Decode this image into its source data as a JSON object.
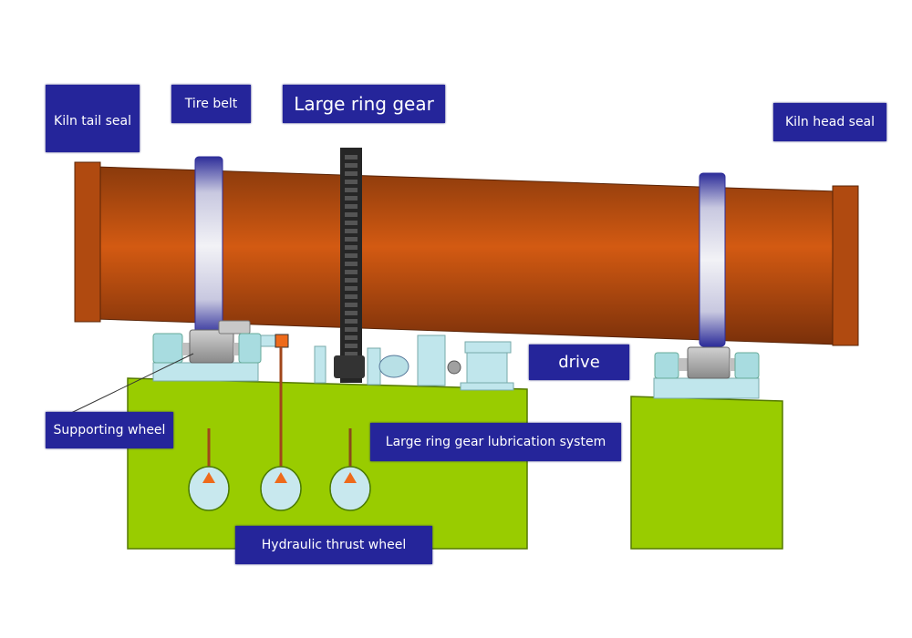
{
  "title": "Rotary kiln structure diagram",
  "labels": {
    "kiln_tail_seal": "Kiln tail seal",
    "tire_belt": "Tire belt",
    "large_ring_gear": "Large ring gear",
    "kiln_head_seal": "Kiln head seal",
    "drive": "drive",
    "supporting_wheel": "Supporting wheel",
    "lubrication_system": "Large ring gear lubrication system",
    "hydraulic_thrust_wheel": "Hydraulic thrust wheel"
  },
  "colors": {
    "label_bg": "#25259a",
    "label_text": "#ffffff",
    "kiln_shell": "#c4520e",
    "base": "#99cc00",
    "equipment": "#b8e0e6",
    "tire_ring": "#d8d8e0",
    "gear": "#222222"
  }
}
